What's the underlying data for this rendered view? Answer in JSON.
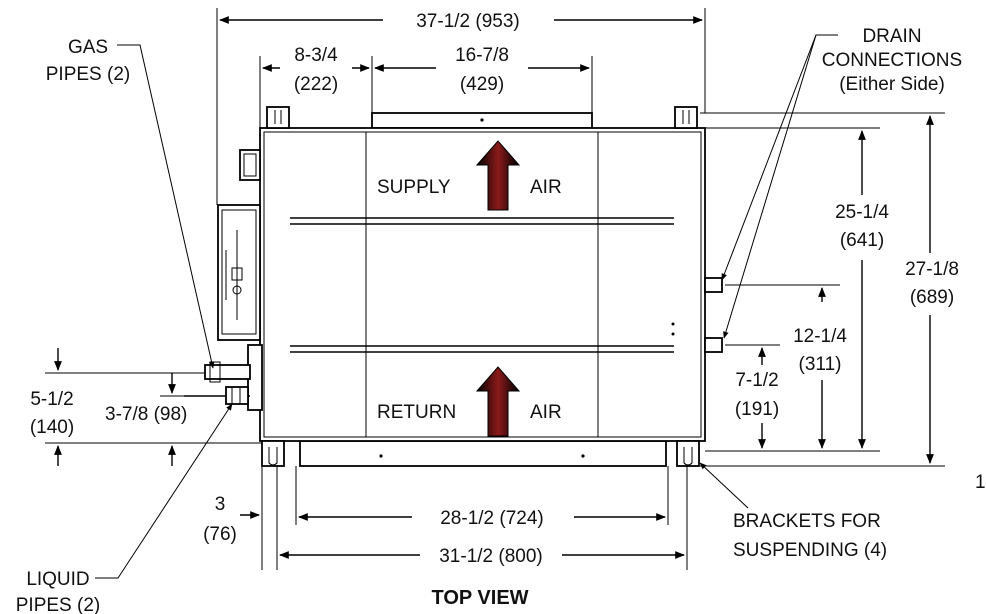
{
  "title": "TOP VIEW",
  "dims": {
    "overall_width": "37-1/2 (953)",
    "left_offset_in": "8-3/4",
    "left_offset_mm": "(222)",
    "center_span_in": "16-7/8",
    "center_span_mm": "(429)",
    "depth_upper_in": "25-1/4",
    "depth_upper_mm": "(641)",
    "depth_total_in": "27-1/8",
    "depth_total_mm": "(689)",
    "drain_high_in": "12-1/4",
    "drain_high_mm": "(311)",
    "drain_low_in": "7-1/2",
    "drain_low_mm": "(191)",
    "gas_height_in": "5-1/2",
    "gas_height_mm": "(140)",
    "liquid_height": "3-7/8 (98)",
    "bracket_offset_in": "3",
    "bracket_offset_mm": "(76)",
    "inner_width": "28-1/2 (724)",
    "bracket_width": "31-1/2 (800)",
    "cut_off": "1"
  },
  "labels": {
    "gas_pipes_l1": "GAS",
    "gas_pipes_l2": "PIPES (2)",
    "drain_l1": "DRAIN",
    "drain_l2": "CONNECTIONS",
    "drain_l3": "(Either Side)",
    "supply": "SUPPLY",
    "return": "RETURN",
    "air_top": "AIR",
    "air_bottom": "AIR",
    "brackets_l1": "BRACKETS FOR",
    "brackets_l2": "SUSPENDING (4)",
    "liquid_l1": "LIQUID",
    "liquid_l2": "PIPES (2)"
  },
  "colors": {
    "arrow": "#8b1a1a"
  }
}
